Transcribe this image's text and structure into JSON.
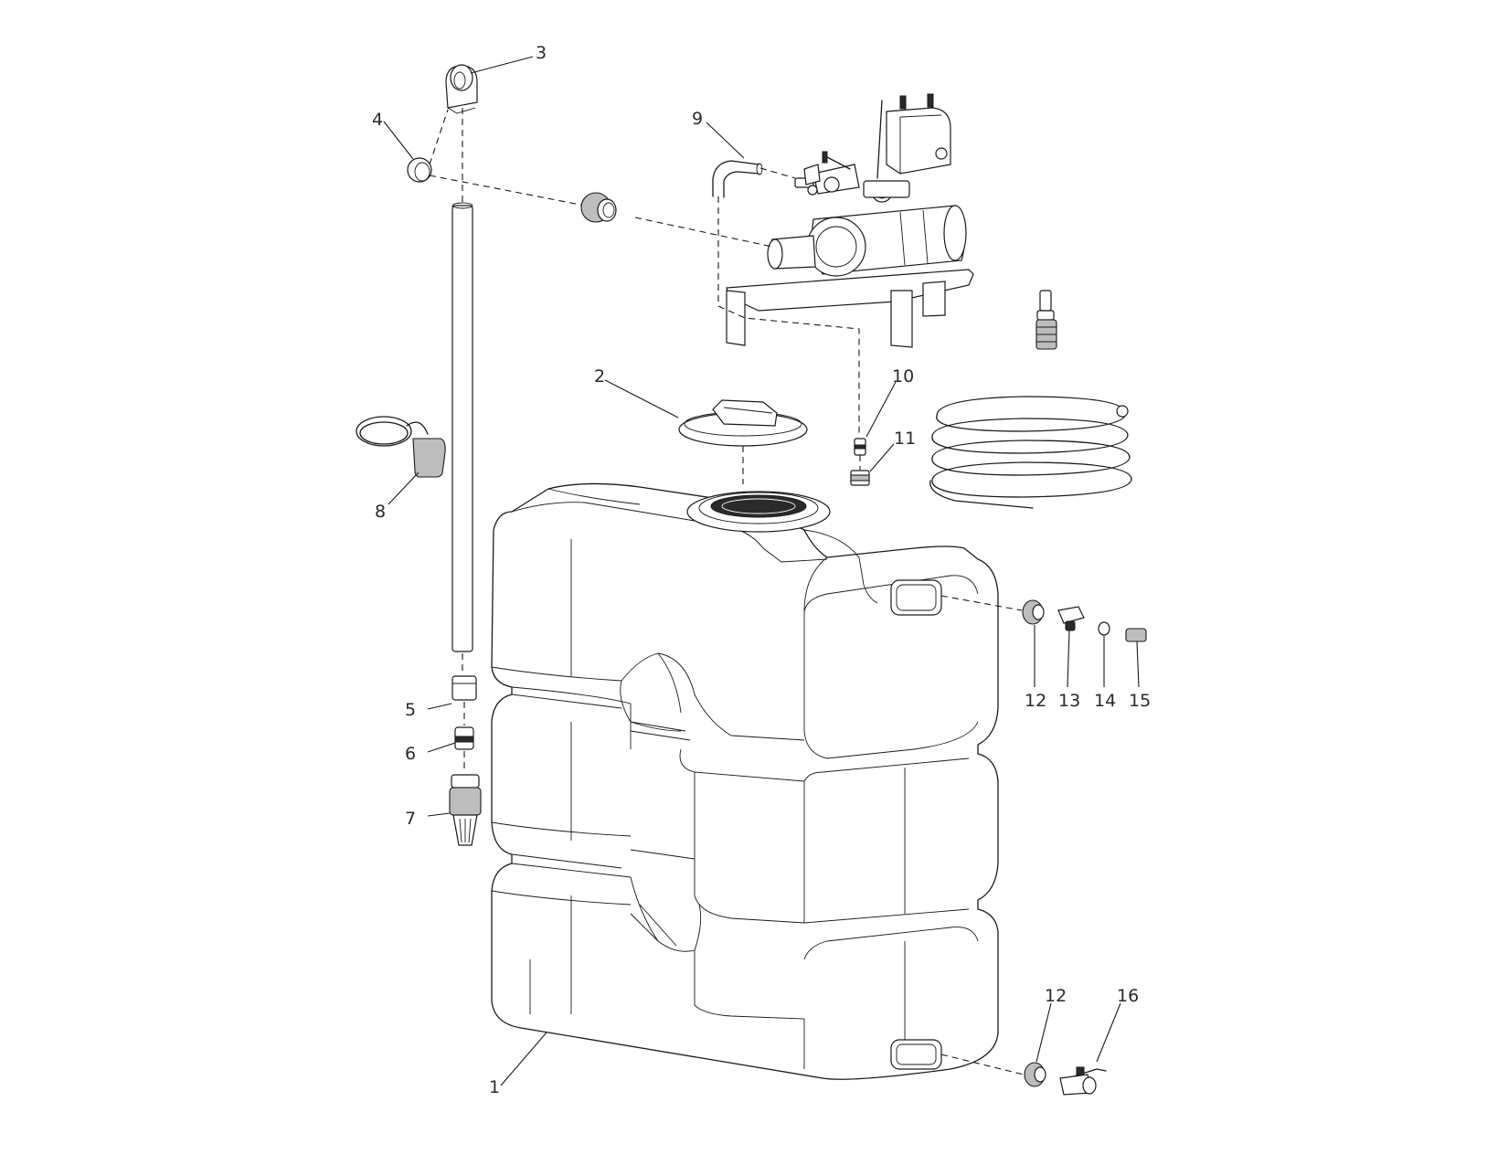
{
  "callouts": [
    {
      "id": "1",
      "label": "1"
    },
    {
      "id": "2",
      "label": "2"
    },
    {
      "id": "3",
      "label": "3"
    },
    {
      "id": "4",
      "label": "4"
    },
    {
      "id": "5",
      "label": "5"
    },
    {
      "id": "6",
      "label": "6"
    },
    {
      "id": "7",
      "label": "7"
    },
    {
      "id": "8",
      "label": "8"
    },
    {
      "id": "9",
      "label": "9"
    },
    {
      "id": "10",
      "label": "10"
    },
    {
      "id": "11",
      "label": "11"
    },
    {
      "id": "12a",
      "label": "12"
    },
    {
      "id": "13",
      "label": "13"
    },
    {
      "id": "14",
      "label": "14"
    },
    {
      "id": "15",
      "label": "15"
    },
    {
      "id": "12b",
      "label": "12"
    },
    {
      "id": "16",
      "label": "16"
    }
  ]
}
